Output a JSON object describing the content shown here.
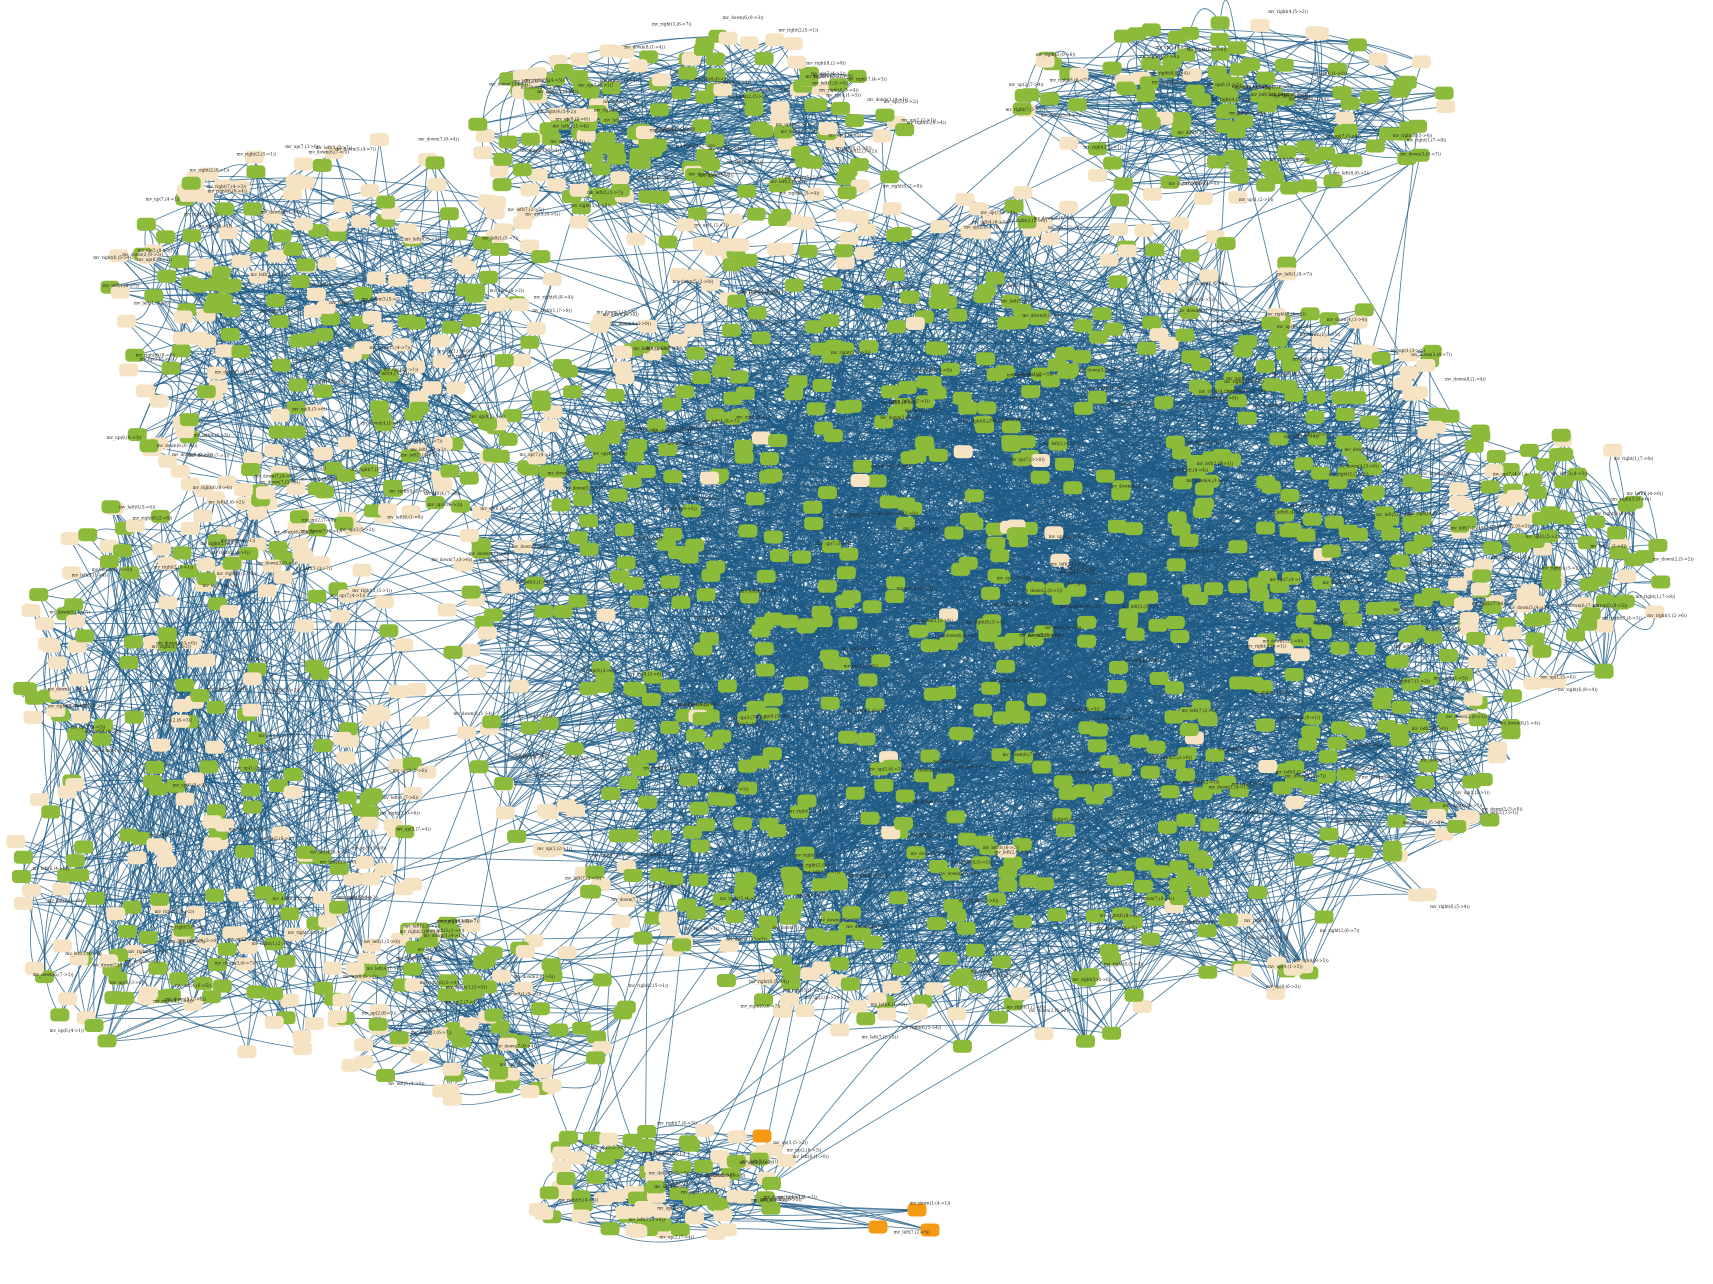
{
  "colors": {
    "state_node": "#8cba3a",
    "leaf_node": "#f5e3c4",
    "terminal_node": "#f49a14",
    "edge": "#1d5b85",
    "label": "#222222",
    "background": "#ffffff"
  },
  "node_legend": [
    {
      "kind": "state",
      "color": "#8cba3a"
    },
    {
      "kind": "leaf",
      "color": "#f5e3c4"
    },
    {
      "kind": "terminal",
      "color": "#f49a14"
    }
  ],
  "edge_labels": [
    {
      "text": "mv_up(1,(2->1))"
    },
    {
      "text": "mv_left(1,(5->0))"
    },
    {
      "text": "mv_right(5,(4->5))"
    },
    {
      "text": "mv_down(6,(7->3))"
    },
    {
      "text": "mv_up(8,(3->6))"
    },
    {
      "text": "mv_left(3,(1->4))"
    },
    {
      "text": "mv_right(1,(2->6))"
    },
    {
      "text": "mv_down(7,(0->4))"
    },
    {
      "text": "mv_up(4,(1->5))"
    },
    {
      "text": "mv_left(6,(4->0))"
    },
    {
      "text": "mv_right(2,(5->1))"
    },
    {
      "text": "mv_down(5,(2->8))"
    },
    {
      "text": "mv_up(2,(6->3))"
    },
    {
      "text": "mv_left(8,(6->2))"
    },
    {
      "text": "mv_right(8,(2->8))"
    },
    {
      "text": "mv_down(1,(4->1))"
    },
    {
      "text": "mv_up(6,(5->2))"
    },
    {
      "text": "mv_left(5,(3->7))"
    },
    {
      "text": "mv_right(3,(0->6))"
    },
    {
      "text": "mv_down(4,(3->0))"
    },
    {
      "text": "mv_up(3,(7->4))"
    },
    {
      "text": "mv_left(2,(7->1))"
    },
    {
      "text": "mv_right(7,(4->3))"
    },
    {
      "text": "mv_down(2,(5->2))"
    },
    {
      "text": "mv_up(7,(4->1))"
    },
    {
      "text": "mv_left(4,(6->5))"
    },
    {
      "text": "mv_right(6,(8->4))"
    },
    {
      "text": "mv_down(3,(6->7))"
    },
    {
      "text": "mv_up(5,(8->5))"
    },
    {
      "text": "mv_left(7,(2->5))"
    },
    {
      "text": "mv_right(4,(5->2))"
    },
    {
      "text": "mv_down(8,(1->4))"
    },
    {
      "text": "mv_up(1,(3->0))"
    },
    {
      "text": "mv_left(1,(8->7))"
    },
    {
      "text": "mv_right(5,(1->2))"
    },
    {
      "text": "mv_down(6,(0->3))"
    },
    {
      "text": "mv_up(8,(6->3))"
    },
    {
      "text": "mv_left(3,(4->3))"
    },
    {
      "text": "mv_right(1,(7->8))"
    },
    {
      "text": "mv_down(7,(3->6))"
    },
    {
      "text": "mv_up(4,(8->5))"
    },
    {
      "text": "mv_left(6,(1->0))"
    },
    {
      "text": "mv_right(2,(0->1))"
    },
    {
      "text": "mv_down(5,(4->7))"
    },
    {
      "text": "mv_up(2,(7->4))"
    },
    {
      "text": "mv_left(8,(5->4))"
    },
    {
      "text": "mv_right(8,(3->4))"
    },
    {
      "text": "mv_down(1,(2->5))"
    },
    {
      "text": "mv_up(6,(4->1))"
    },
    {
      "text": "mv_left(5,(2->1))"
    },
    {
      "text": "mv_right(3,(6->7))"
    },
    {
      "text": "mv_down(4,(1->4))"
    },
    {
      "text": "mv_up(3,(5->2))"
    },
    {
      "text": "mv_left(2,(3->2))"
    },
    {
      "text": "mv_right(7,(1->2))"
    },
    {
      "text": "mv_down(2,(0->3))"
    },
    {
      "text": "mv_up(7,(3->0))"
    },
    {
      "text": "mv_left(4,(7->6))"
    },
    {
      "text": "mv_right(6,(5->4))"
    },
    {
      "text": "mv_down(3,(5->8))"
    }
  ]
}
